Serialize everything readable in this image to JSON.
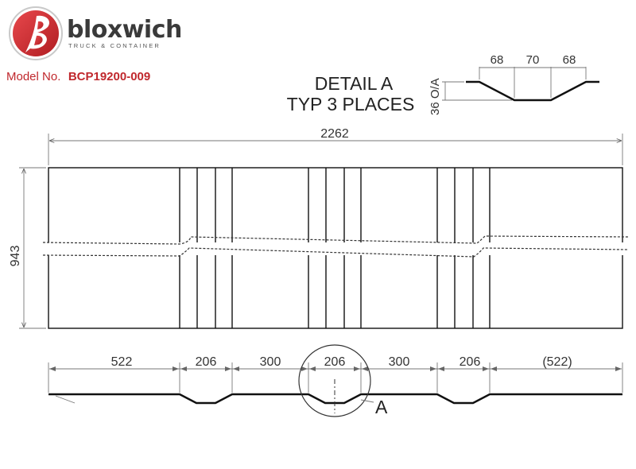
{
  "brand": {
    "name": "bloxwich",
    "tagline": "TRUCK & CONTAINER",
    "logo_color": "#d42a2f"
  },
  "model": {
    "label": "Model No.",
    "number": "BCP19200-009"
  },
  "detail": {
    "title_line1": "DETAIL A",
    "title_line2": "TYP 3 PLACES",
    "top_dims": [
      "68",
      "70",
      "68"
    ],
    "depth_dim": "36 O/A"
  },
  "overall": {
    "width": "2262",
    "height": "943"
  },
  "section_dims": [
    "522",
    "206",
    "300",
    "206",
    "300",
    "206",
    "(522)"
  ],
  "callout": "A"
}
